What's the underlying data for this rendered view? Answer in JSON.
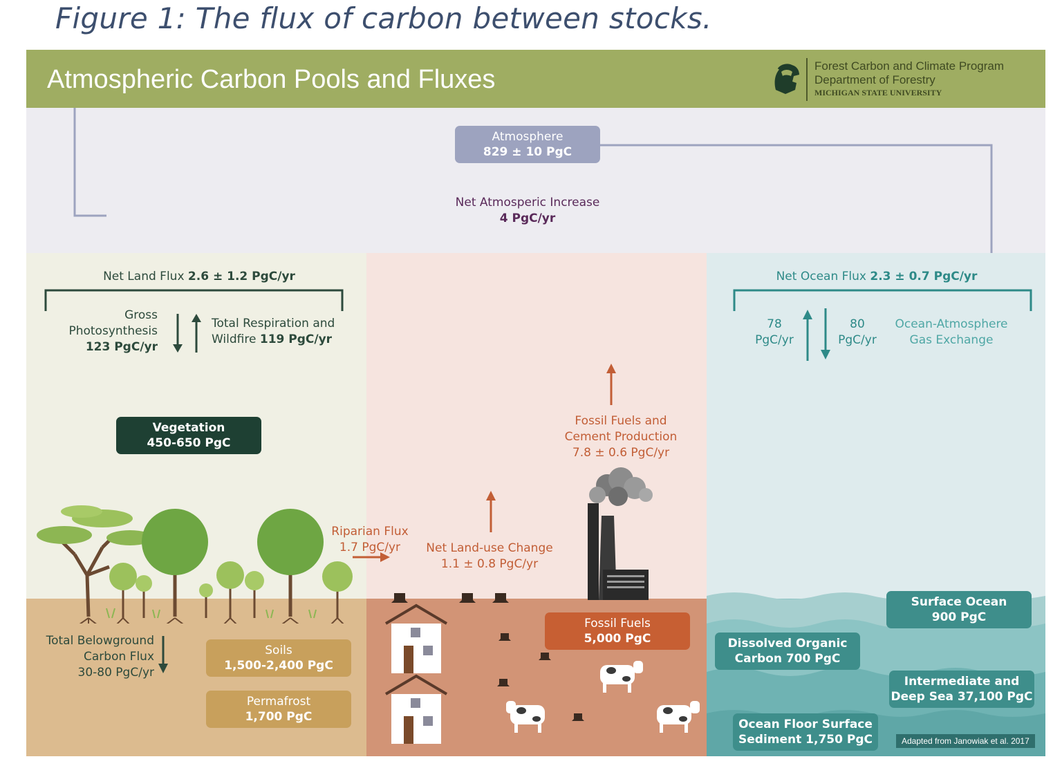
{
  "figure_caption": "Figure 1: The flux of carbon between stocks.",
  "header": {
    "title": "Atmospheric Carbon Pools and Fluxes",
    "brand_line1": "Forest Carbon and Climate Program",
    "brand_line2": "Department of Forestry",
    "brand_line3": "MICHIGAN STATE UNIVERSITY"
  },
  "atmosphere": {
    "name": "Atmosphere",
    "value": "829 ± 10 PgC",
    "increase_label": "Net Atmosperic Increase",
    "increase_value": "4 PgC/yr"
  },
  "land": {
    "net_flux_label": "Net Land Flux",
    "net_flux_value": "2.6 ± 1.2 PgC/yr",
    "photosynthesis_line1": "Gross",
    "photosynthesis_line2": "Photosynthesis",
    "photosynthesis_value": "123 PgC/yr",
    "respiration_line1": "Total Respiration and",
    "respiration_line2": "Wildfire",
    "respiration_value": "119 PgC/yr",
    "vegetation_name": "Vegetation",
    "vegetation_value": "450-650 PgC",
    "belowground_line1": "Total Belowground",
    "belowground_line2": "Carbon Flux",
    "belowground_value": "30-80 PgC/yr",
    "soils_name": "Soils",
    "soils_value": "1,500-2,400 PgC",
    "permafrost_name": "Permafrost",
    "permafrost_value": "1,700 PgC"
  },
  "human": {
    "riparian_label": "Riparian Flux",
    "riparian_value": "1.7 PgC/yr",
    "landuse_label": "Net Land-use Change",
    "landuse_value": "1.1 ± 0.8 PgC/yr",
    "fossil_flux_line1": "Fossil Fuels and",
    "fossil_flux_line2": "Cement Production",
    "fossil_flux_value": "7.8 ± 0.6 PgC/yr",
    "fossil_pool_name": "Fossil Fuels",
    "fossil_pool_value": "5,000 PgC"
  },
  "ocean": {
    "net_flux_label": "Net Ocean Flux",
    "net_flux_value": "2.3 ± 0.7 PgC/yr",
    "up_value": "78",
    "up_unit": "PgC/yr",
    "down_value": "80",
    "down_unit": "PgC/yr",
    "exchange_line1": "Ocean-Atmosphere",
    "exchange_line2": "Gas Exchange",
    "surface_line1": "Surface Ocean",
    "surface_line2": "900 PgC",
    "doc_line1": "Dissolved Organic",
    "doc_line2": "Carbon 700 PgC",
    "deep_line1": "Intermediate and",
    "deep_line2": "Deep Sea 37,100 PgC",
    "floor_line1": "Ocean Floor Surface",
    "floor_line2": "Sediment 1,750 PgC"
  },
  "attribution": "Adapted from Janowiak et al. 2017",
  "colors": {
    "header_green": "#9fad62",
    "atmosphere_band": "#edecf1",
    "atmosphere_pill": "#9da3bf",
    "land_panel": "#f0f0e4",
    "human_panel": "#f6e4df",
    "ocean_panel": "#deebed",
    "vegetation_pill": "#1e4033",
    "soil_pill": "#c8a05c",
    "fossil_pill": "#c75f33",
    "ocean_pill": "#3e8e8b",
    "flux_orange": "#c25e36",
    "flux_teal": "#2e8a88",
    "flux_dark": "#2d4a3c"
  }
}
